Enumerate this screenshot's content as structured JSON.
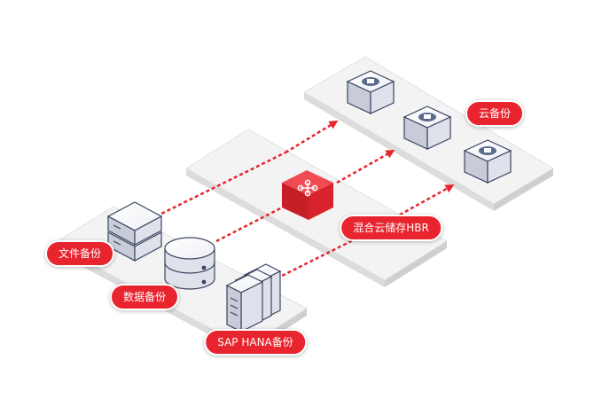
{
  "labels": {
    "cloud_backup": "云备份",
    "hbr": "混合云储存HBR",
    "file_backup": "文件备份",
    "data_backup": "数据备份",
    "sap_backup": "SAP HANA备份"
  },
  "icons": {
    "cloud": "cloud-storage-icon",
    "hub": "hub-network-icon",
    "file_server": "file-server-icon",
    "database": "database-icon",
    "sap": "sap-server-rack-icon"
  },
  "colors": {
    "accent": "#e8242e",
    "platform_top": "#f2f2f2",
    "platform_side": "#d9d9d9",
    "icon_blue": "#5b6a8c"
  }
}
